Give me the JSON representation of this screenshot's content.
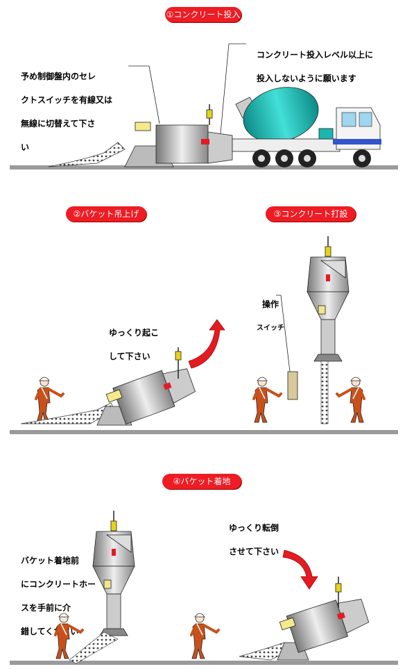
{
  "steps": [
    {
      "label": "①コンクリート投入"
    },
    {
      "label": "②バケット吊上げ"
    },
    {
      "label": "③コンクリート打設"
    },
    {
      "label": "④バケット着地"
    }
  ],
  "notes": {
    "selector": "予め制御盤内のセレクトスイッチを有線又は無線に切替えて下さい",
    "selector_l1": "予め制御盤内のセレ",
    "selector_l2": "クトスイッチを有線又は",
    "selector_l3": "無線に切替えて下さ",
    "selector_l4": "い",
    "level_l1": "コンクリート投入レベル以上に",
    "level_l2": "投入しないように願います",
    "raise_l1": "ゆっくり起こ",
    "raise_l2": "して下さい",
    "switch_l1": "操作",
    "switch_l2": "スイッチ",
    "hose_l1": "バケット着地前",
    "hose_l2": "にコンクリートホー",
    "hose_l3": "スを手前に介",
    "hose_l4": "錯してください",
    "tilt_l1": "ゆっくり転倒",
    "tilt_l2": "させて下さい"
  },
  "colors": {
    "badge": "#ee1c24",
    "ground": "#9a9a9a",
    "worker": "#c8511b",
    "arrow": "#e31b23",
    "drum": "#19b7b0",
    "hopper": "#c9c9c9"
  }
}
